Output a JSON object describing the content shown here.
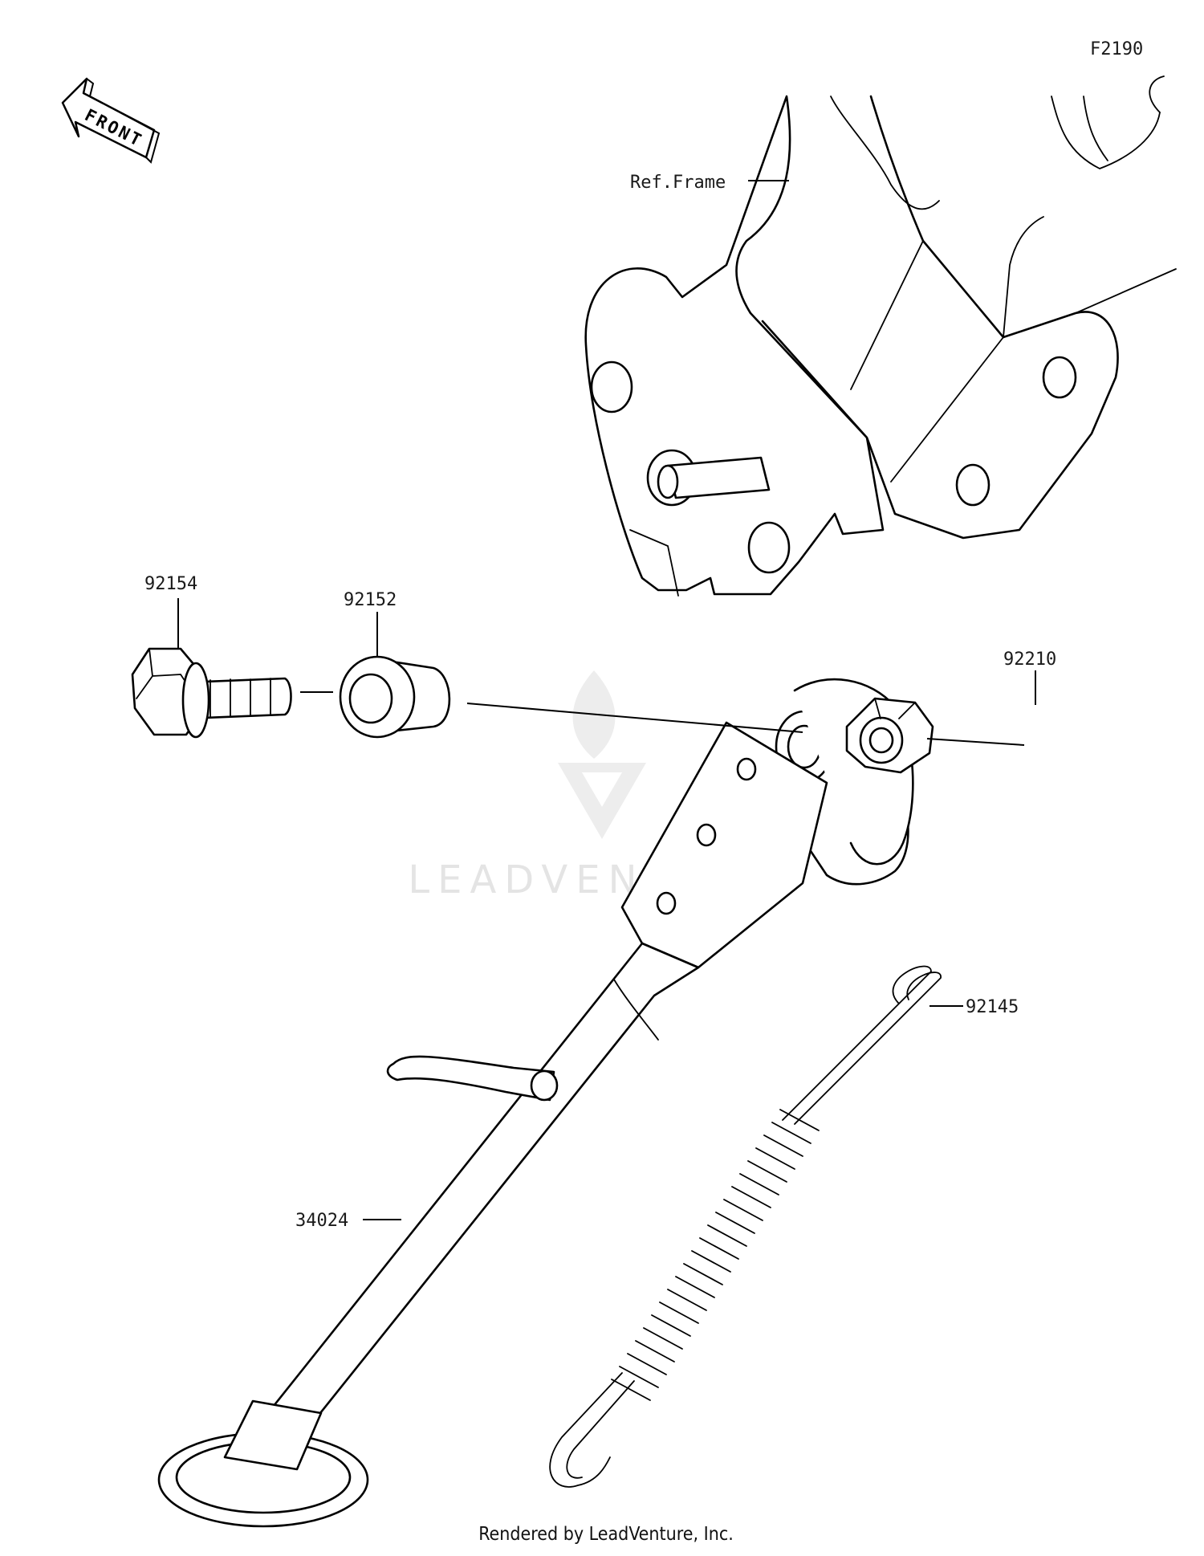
{
  "figure_id": "F2190",
  "front_label": "FRONT",
  "ref_label": "Ref.Frame",
  "parts": [
    {
      "number": "92154",
      "description": "bolt"
    },
    {
      "number": "92152",
      "description": "collar"
    },
    {
      "number": "92210",
      "description": "nut"
    },
    {
      "number": "92145",
      "description": "spring"
    },
    {
      "number": "34024",
      "description": "side stand"
    }
  ],
  "watermark": "LEADVENTURE",
  "footer": "Rendered by LeadVenture, Inc."
}
